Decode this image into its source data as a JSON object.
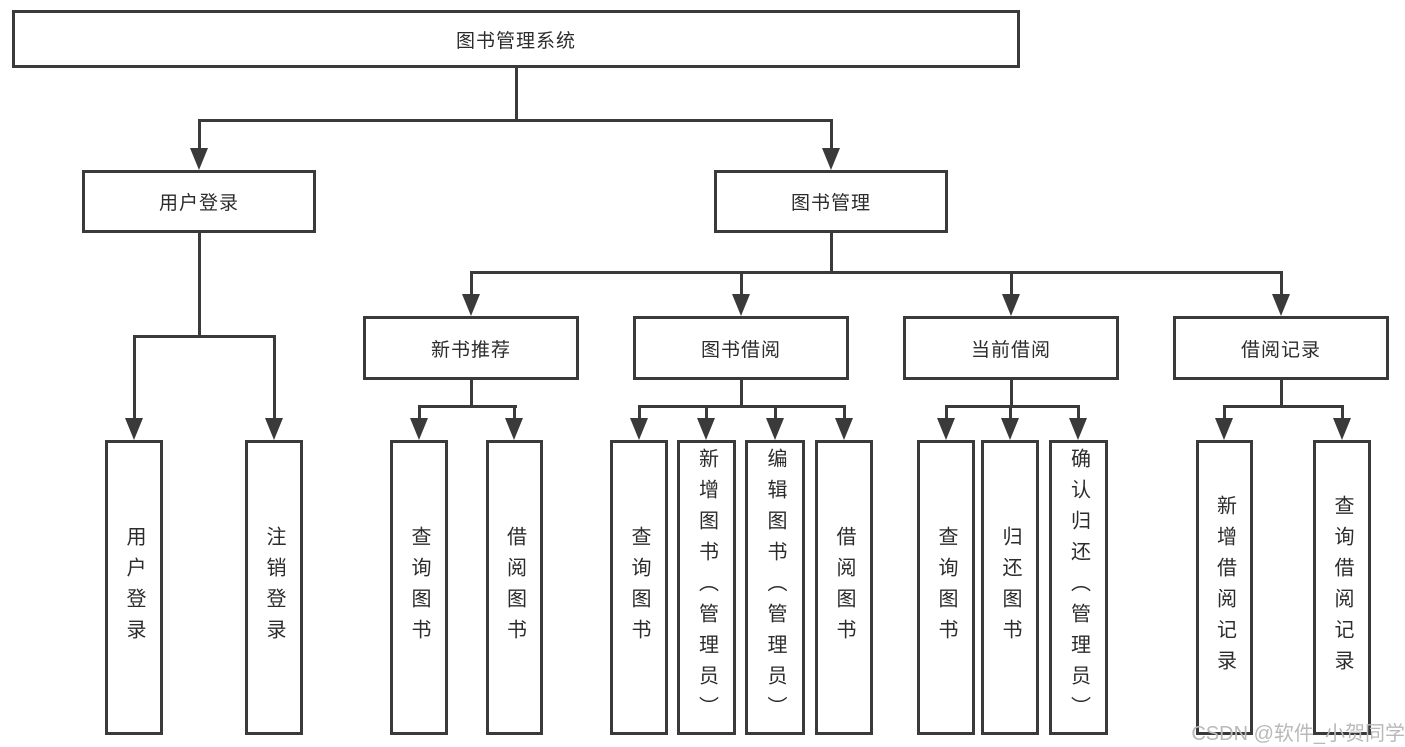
{
  "diagram": {
    "title": "图书管理系统",
    "level2": {
      "user_login": "用户登录",
      "book_mgmt": "图书管理"
    },
    "level3": {
      "new_book": "新书推荐",
      "book_borrow": "图书借阅",
      "current_borrow": "当前借阅",
      "borrow_records": "借阅记录"
    },
    "leaves": {
      "user_login_1": "用户登录",
      "user_login_2": "注销登录",
      "new_book_1": "查询图书",
      "new_book_2": "借阅图书",
      "book_borrow_1": "查询图书",
      "book_borrow_2": "新增图书（管理员）",
      "book_borrow_3": "编辑图书（管理员）",
      "book_borrow_4": "借阅图书",
      "current_1": "查询图书",
      "current_2": "归还图书",
      "current_3": "确认归还（管理员）",
      "records_1": "新增借阅记录",
      "records_2": "查询借阅记录"
    }
  },
  "watermark": {
    "text": "CSDN @软件_小贺同学"
  },
  "colors": {
    "line": "#3a3a3a",
    "text": "#2c2c2c",
    "background": "#ffffff"
  }
}
